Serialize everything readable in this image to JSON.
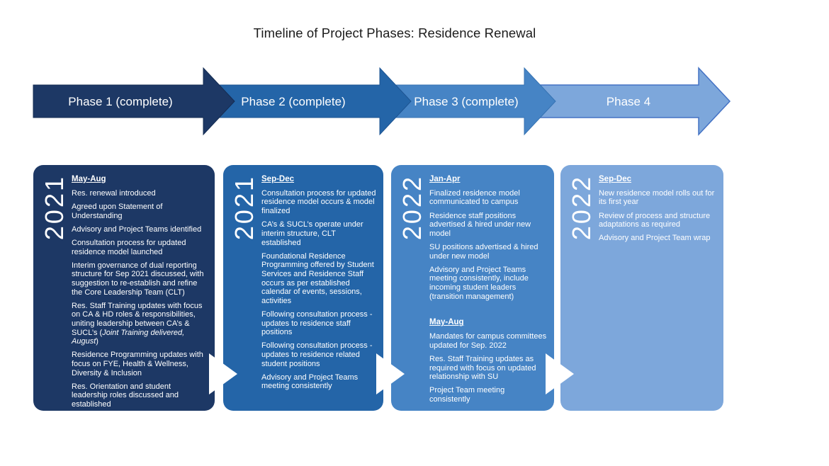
{
  "title": "Timeline of Project Phases: Residence Renewal",
  "colors": {
    "title_text": "#1b1b1b",
    "phase1": "#1d3865",
    "phase1_border": "#142c52",
    "phase2": "#2465a8",
    "phase2_border": "#1d5492",
    "phase3": "#4684c5",
    "phase3_border": "#3572b2",
    "phase4": "#7da7db",
    "phase4_border": "#4472c4"
  },
  "arrows": [
    {
      "label": "Phase 1 (complete)"
    },
    {
      "label": "Phase 2 (complete)"
    },
    {
      "label": "Phase 3 (complete)"
    },
    {
      "label": "Phase 4"
    }
  ],
  "boxes": [
    {
      "year": "2021",
      "sections": [
        {
          "heading": "May-Aug",
          "items": [
            "Res. renewal introduced",
            "Agreed upon Statement of Understanding",
            "Advisory and Project Teams identified",
            "Consultation process for updated residence model launched",
            "Interim governance of dual reporting structure for Sep 2021 discussed, with suggestion to re-establish and refine the Core Leadership Team (CLT)",
            {
              "parts": [
                {
                  "text": "Res. Staff Training updates with focus on CA & HD roles & responsibilities, uniting leadership between CA’s & SUCL’s ("
                },
                {
                  "text": "Joint Training delivered, August",
                  "italic": true
                },
                {
                  "text": ")"
                }
              ]
            },
            "Residence Programming updates with focus on FYE, Health & Wellness, Diversity & Inclusion",
            "Res. Orientation and student leadership roles discussed and established"
          ]
        }
      ]
    },
    {
      "year": "2021",
      "sections": [
        {
          "heading": "Sep-Dec",
          "items": [
            "Consultation process for updated residence model occurs & model finalized",
            "CA’s & SUCL’s operate under interim structure, CLT established",
            "Foundational Residence Programming offered by Student Services and Residence Staff occurs as per established calendar of events, sessions, activities",
            "Following consultation process - updates to residence staff positions",
            "Following consultation process - updates to residence related student positions",
            "Advisory and Project Teams meeting consistently"
          ]
        }
      ]
    },
    {
      "year": "2022",
      "sections": [
        {
          "heading": "Jan-Apr",
          "items": [
            "Finalized residence model communicated to campus",
            "Residence staff positions advertised & hired under new model",
            "SU positions advertised & hired under new model",
            "Advisory and Project Teams meeting consistently, include incoming student leaders (transition management)"
          ]
        },
        {
          "heading": "May-Aug",
          "items": [
            "Mandates for campus committees updated for Sep. 2022",
            "Res. Staff Training updates as required with focus on updated relationship with SU",
            "Project Team meeting consistently"
          ]
        }
      ]
    },
    {
      "year": "2022",
      "sections": [
        {
          "heading": "Sep-Dec",
          "items": [
            "New residence model rolls out for its first year",
            "Review of process and structure adaptations as required",
            "Advisory and Project Team wrap"
          ]
        }
      ]
    }
  ]
}
